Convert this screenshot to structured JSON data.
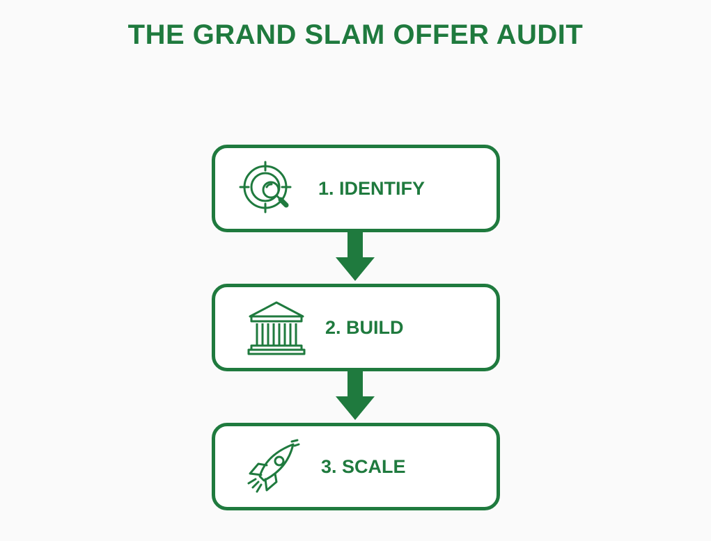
{
  "title": "THE GRAND SLAM OFFER AUDIT",
  "colors": {
    "primary": "#1f7a3e",
    "background": "#fafafa",
    "box_fill": "#ffffff"
  },
  "steps": [
    {
      "label": "1. IDENTIFY",
      "icon": "target-magnifier-icon"
    },
    {
      "label": "2. BUILD",
      "icon": "building-columns-icon"
    },
    {
      "label": "3. SCALE",
      "icon": "rocket-icon"
    }
  ],
  "connectors": [
    {
      "from": "1. IDENTIFY",
      "to": "2. BUILD"
    },
    {
      "from": "2. BUILD",
      "to": "3. SCALE"
    }
  ]
}
